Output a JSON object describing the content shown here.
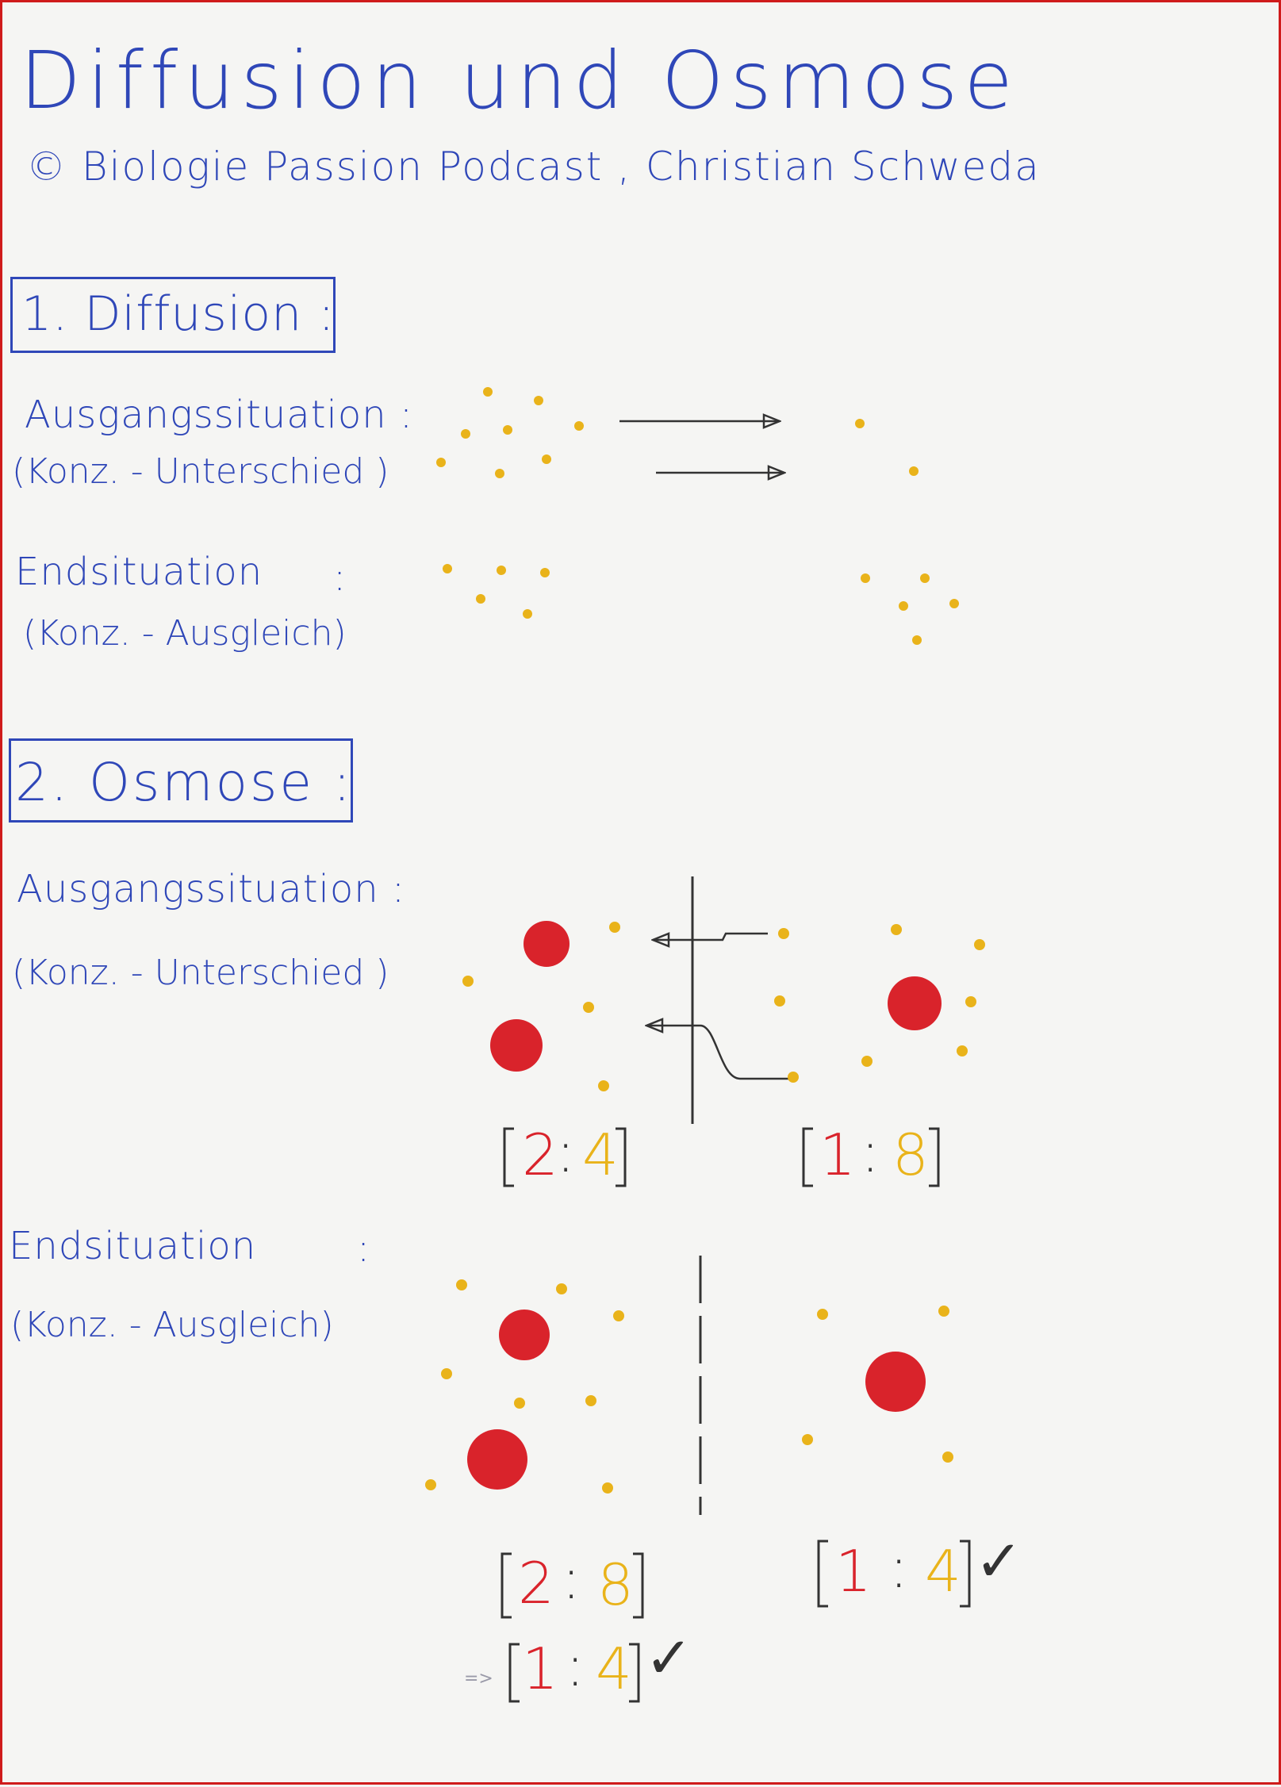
{
  "title": "Diffusion und Osmose",
  "credit": "© Biologie Passion Podcast , Christian Schweda",
  "sections": {
    "diffusion": {
      "heading": "1. Diffusion :",
      "start_label": "Ausgangssituation :",
      "start_sub": "(Konz. - Unterschied )",
      "end_label": "Endsituation",
      "end_colon": ":",
      "end_sub": "(Konz. - Ausgleich)"
    },
    "osmosis": {
      "heading": "2. Osmose :",
      "start_label": "Ausgangssituation :",
      "start_sub": "(Konz. - Unterschied )",
      "end_label": "Endsituation",
      "end_colon": ":",
      "end_sub": "(Konz. - Ausgleich)",
      "start_left_ratio": {
        "red": "2",
        "sep": ":",
        "yellow": "4"
      },
      "start_right_ratio": {
        "red": "1",
        "sep": ":",
        "yellow": "8"
      },
      "end_left_ratio": {
        "red": "2",
        "sep": ":",
        "yellow": "8"
      },
      "end_left_reduced": {
        "arrow": "=>",
        "red": "1",
        "sep": ":",
        "yellow": "4",
        "check": "✓"
      },
      "end_right_ratio": {
        "red": "1",
        "sep": ":",
        "yellow": "4",
        "check": "✓"
      }
    }
  },
  "colors": {
    "ink_blue": "#2f47b8",
    "solute_red": "#d9232b",
    "water_yellow": "#e9b31a",
    "pencil_black": "#333333",
    "border_red": "#cf1b1b"
  }
}
